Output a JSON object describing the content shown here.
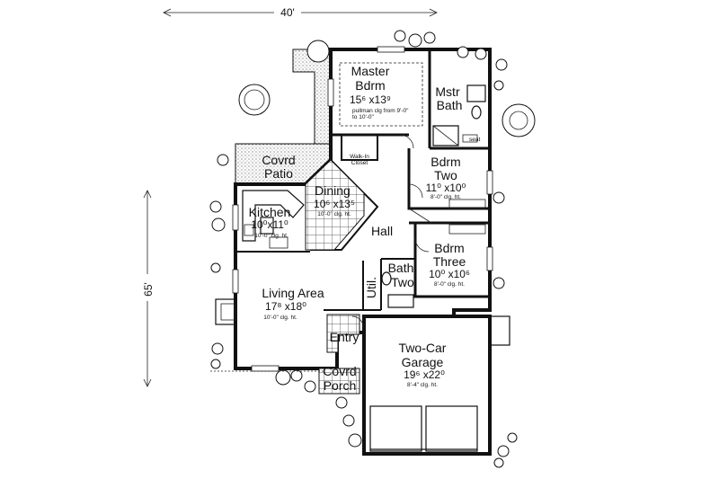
{
  "plan": {
    "overall_width": "40'",
    "overall_depth": "65'",
    "rooms": {
      "master": {
        "name1": "Master",
        "name2": "Bdrm",
        "dims": "15⁶ x13⁹",
        "note1": "pullman clg from 9'-0\"",
        "note2": "to 10'-0\""
      },
      "mstr_bath": {
        "name1": "Mstr",
        "name2": "Bath"
      },
      "bdrm_two": {
        "name1": "Bdrm",
        "name2": "Two",
        "dims": "11⁰ x10⁰",
        "note": "8'-0\" clg. ht."
      },
      "bdrm_three": {
        "name1": "Bdrm",
        "name2": "Three",
        "dims": "10⁰ x10⁶",
        "note": "8'-0\" clg. ht."
      },
      "covrd_patio": {
        "name1": "Covrd",
        "name2": "Patio"
      },
      "dining": {
        "name": "Dining",
        "dims": "10⁶ x13⁵",
        "note": "10'-0\" clg. ht."
      },
      "kitchen": {
        "name": "Kitchen",
        "dims": "10⁰x11⁰",
        "note": "10'-0\" clg. ht."
      },
      "hall": {
        "name": "Hall"
      },
      "bath_two": {
        "name1": "Bath",
        "name2": "Two"
      },
      "util": {
        "name": "Util."
      },
      "living": {
        "name": "Living Area",
        "dims": "17⁸ x18⁰",
        "note": "10'-0\" clg. ht."
      },
      "entry": {
        "name": "Entry"
      },
      "covrd_porch": {
        "name1": "Covrd",
        "name2": "Porch"
      },
      "garage": {
        "name1": "Two-Car",
        "name2": "Garage",
        "dims": "19⁶ x22⁰",
        "note": "8'-4\" clg. ht."
      },
      "walk_in_closet": {
        "name1": "Walk-In",
        "name2": "Closet"
      },
      "seat": {
        "name": "seat"
      }
    }
  }
}
